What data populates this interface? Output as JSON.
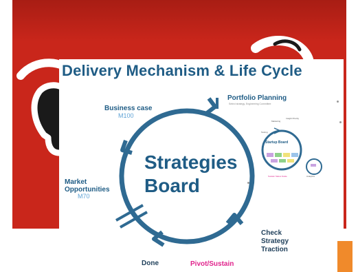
{
  "title": "Delivery Mechanism & Life Cycle",
  "center": {
    "line1": "Strategies",
    "line2": "Board"
  },
  "stages": [
    {
      "label": "Portfolio Planning",
      "note": "Select strategy, Engineering Committee"
    },
    {
      "label": "Business case",
      "sub": "M100"
    },
    {
      "label": "Market Opportunities",
      "sub": "M70"
    },
    {
      "label": "Done"
    },
    {
      "label": "Pivot/Sustain"
    },
    {
      "label": "Check Strategy Traction"
    }
  ],
  "mini_diagram": {
    "title": "Startup Board",
    "notes": [
      "Marketing",
      "Insight Priority",
      "Testing",
      "Sustain Status Scale",
      "Analytics"
    ]
  },
  "colors": {
    "accent": "#1f5c85",
    "cycle": "#2f6a92",
    "pink": "#e0238c",
    "red": "#c9261b",
    "orange": "#f08a2b"
  }
}
